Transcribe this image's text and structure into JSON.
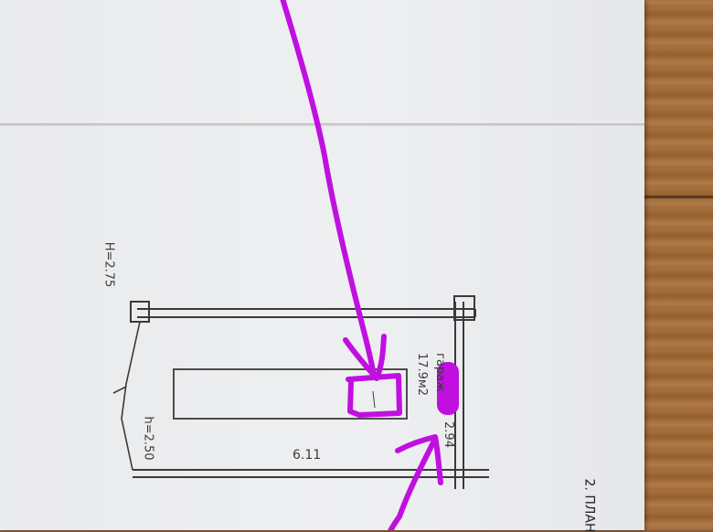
{
  "plan": {
    "title": "2. ПЛАН",
    "room_name": "гараж",
    "room_area": "17.9м2",
    "height_top": "H=2.75",
    "height_bottom": "h=2.50",
    "length": "6.11",
    "width": "2.94"
  },
  "colors": {
    "annotation": "#c010e0",
    "ink": "#3a3a3a",
    "paper": "#eceded",
    "wood": "#a06a3c"
  }
}
